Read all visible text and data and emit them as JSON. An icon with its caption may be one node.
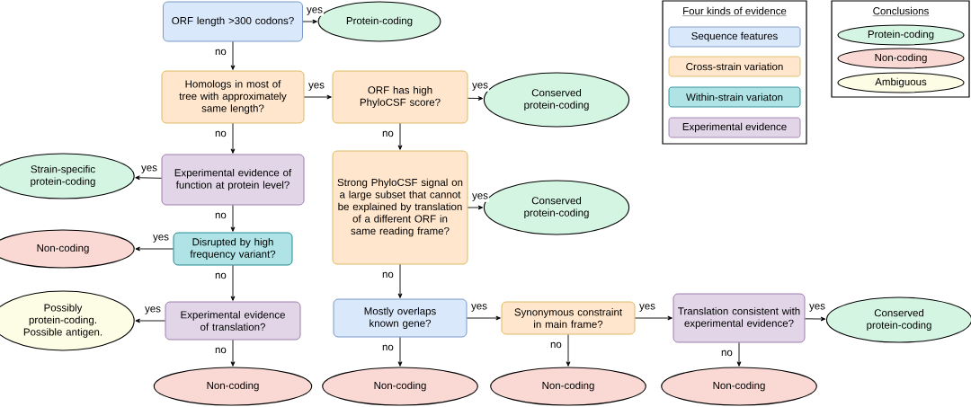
{
  "diagram": {
    "nodes": [
      {
        "text": [
          "ORF length >300 codons?"
        ]
      },
      {
        "text": [
          "Protein-coding"
        ]
      },
      {
        "text": [
          "Homologs in most of tree with approximately same length?"
        ]
      },
      {
        "text": [
          "ORF has high PhyloCSF score?"
        ]
      },
      {
        "text": [
          "Conserved protein-coding"
        ]
      },
      {
        "text": [
          "Experimental evidence of function at protein level?"
        ]
      },
      {
        "text": [
          "Strain-specific protein-coding"
        ]
      },
      {
        "text": [
          "Strong PhyloCSF signal on a large subset that cannot be explained by translation of a different ORF in same reading frame?"
        ]
      },
      {
        "text": [
          "Conserved protein-coding"
        ]
      },
      {
        "text": [
          "Disrupted by high frequency variant?"
        ]
      },
      {
        "text": [
          "Non-coding"
        ]
      },
      {
        "text": [
          "Experimental evidence of translation?"
        ]
      },
      {
        "text": [
          "Possibly protein-coding. Possible antigen."
        ]
      },
      {
        "text": [
          "Non-coding"
        ]
      },
      {
        "text": [
          "Mostly overlaps known gene?"
        ]
      },
      {
        "text": [
          "Synonymous constraint in main frame?"
        ]
      },
      {
        "text": [
          "Translation consistent with experimental evidence?"
        ]
      },
      {
        "text": [
          "Conserved protein-coding"
        ]
      },
      {
        "text": [
          "Non-coding"
        ]
      },
      {
        "text": [
          "Non-coding"
        ]
      },
      {
        "text": [
          "Non-coding"
        ]
      }
    ],
    "edges": [
      {
        "from": 0,
        "to": 1,
        "arrow": "to",
        "label": "yes"
      },
      {
        "from": 0,
        "to": 2,
        "arrow": "to",
        "label": "no"
      },
      {
        "from": 2,
        "to": 3,
        "arrow": "to",
        "label": "yes"
      },
      {
        "from": 2,
        "to": 5,
        "arrow": "to",
        "label": "no"
      },
      {
        "from": 3,
        "to": 4,
        "arrow": "to",
        "label": "yes"
      },
      {
        "from": 3,
        "to": 7,
        "arrow": "to",
        "label": "no"
      },
      {
        "from": 7,
        "to": 8,
        "arrow": "to",
        "label": "yes"
      },
      {
        "from": 7,
        "to": 14,
        "arrow": "to",
        "label": "no"
      },
      {
        "from": 5,
        "to": 6,
        "arrow": "to",
        "label": "yes"
      },
      {
        "from": 5,
        "to": 9,
        "arrow": "to",
        "label": "no"
      },
      {
        "from": 9,
        "to": 10,
        "arrow": "to",
        "label": "yes"
      },
      {
        "from": 9,
        "to": 11,
        "arrow": "to",
        "label": "no"
      },
      {
        "from": 11,
        "to": 12,
        "arrow": "to",
        "label": "yes"
      },
      {
        "from": 11,
        "to": 13,
        "arrow": "to",
        "label": "no"
      },
      {
        "from": 14,
        "to": 15,
        "arrow": "to",
        "label": "yes"
      },
      {
        "from": 14,
        "to": 18,
        "arrow": "to",
        "label": "no"
      },
      {
        "from": 15,
        "to": 16,
        "arrow": "to",
        "label": "yes"
      },
      {
        "from": 15,
        "to": 19,
        "arrow": "to",
        "label": "no"
      },
      {
        "from": 16,
        "to": 17,
        "arrow": "to",
        "label": "yes"
      },
      {
        "from": 16,
        "to": 20,
        "arrow": "to",
        "label": "no"
      }
    ],
    "labels": [
      "Four kinds of evidence",
      "Conclusions"
    ],
    "legend": [
      {
        "text": "Sequence features",
        "color": "#dae8fc"
      },
      {
        "text": "Cross-strain variation",
        "color": "#ffe6cc"
      },
      {
        "text": "Within-strain variaton",
        "color": "#b0e3e6"
      },
      {
        "text": "Experimental evidence",
        "color": "#e1d5e7"
      },
      {
        "text": "Protein-coding",
        "color": "#d5f5e3"
      },
      {
        "text": "Non-coding",
        "color": "#fad9d5"
      },
      {
        "text": "Ambiguous",
        "color": "#fdfde6"
      }
    ]
  }
}
